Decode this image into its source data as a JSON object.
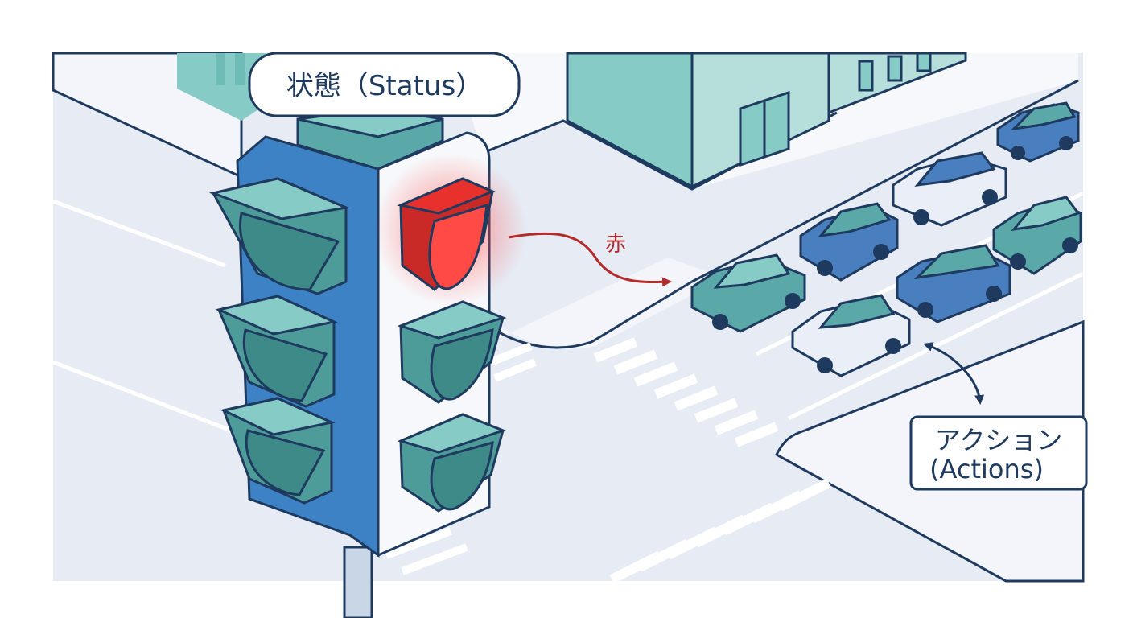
{
  "labels": {
    "status": "状態（Status）",
    "red": "赤",
    "actions_line1": "アクション",
    "actions_line2": "(Actions)"
  },
  "colors": {
    "outline": "#1e3a5f",
    "road": "#e6ebf4",
    "sidewalk": "#f3f5fa",
    "building": "#86cbc6",
    "building_dark": "#5fb3ae",
    "signal_body": "#3d82c4",
    "signal_face": "#f7f8fb",
    "lamp_off": "#4e9c9a",
    "lamp_red": "#e8302c",
    "arrow_red": "#b52b2b",
    "car_teal": "#5aa9a8",
    "car_blue": "#4a7fbf",
    "car_white": "#e9eef7"
  },
  "icons": {
    "traffic_signal": "traffic-light-icon",
    "car": "car-icon",
    "arrow": "curved-arrow-icon"
  }
}
